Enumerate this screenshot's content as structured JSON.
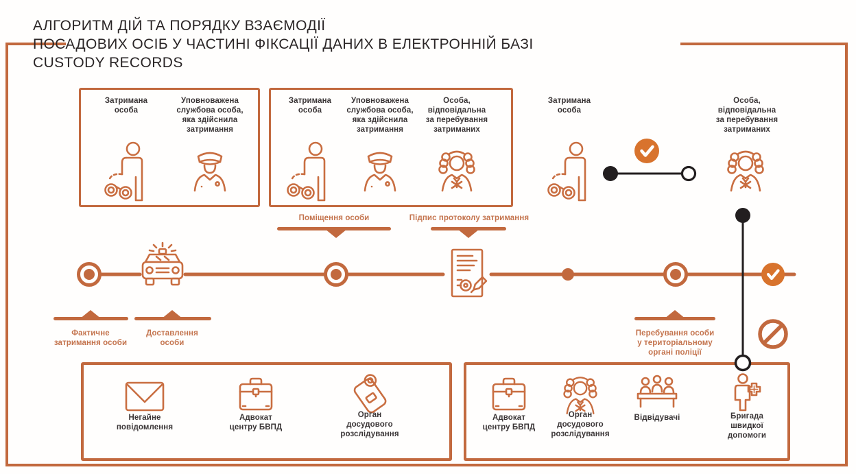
{
  "title": "АЛГОРИТМ ДІЙ ТА ПОРЯДКУ ВЗАЄМОДІЇ\nПОСАДОВИХ ОСІБ У ЧАСТИНІ ФІКСАЦІЇ ДАНИХ В ЕЛЕКТРОННІЙ БАЗІ\nCUSTODY RECORDS",
  "colors": {
    "primary_orange": "#c2693e",
    "icon_orange": "#c96e41",
    "label_orange": "#c4744e",
    "accent_check": "#d8732d",
    "dark": "#2a2526",
    "connector_black": "#221e1f"
  },
  "stage_boxes": [
    {
      "actors": [
        {
          "label": "Затримана\nособа",
          "icon": "handcuffed-person-icon"
        },
        {
          "label": "Уповноважена\nслужбова особа,\nяка здійснила\nзатримання",
          "icon": "police-officer-icon"
        }
      ]
    },
    {
      "actors": [
        {
          "label": "Затримана\nособа",
          "icon": "handcuffed-person-icon"
        },
        {
          "label": "Уповноважена\nслужбова особа,\nяка здійснила\nзатримання",
          "icon": "police-officer-icon"
        },
        {
          "label": "Особа,\nвідповідальна\nза перебування\nзатриманих",
          "icon": "judge-wig-person-icon"
        }
      ]
    }
  ],
  "handover": {
    "detained_label": "Затримана\nособа",
    "custody_officer_label": "Особа,\nвідповідальна\nза перебування\nзатриманих"
  },
  "timeline": {
    "top_pointers": [
      {
        "label": "Поміщення особи"
      },
      {
        "label": "Підпис протоколу затримання"
      }
    ],
    "bottom_pointers": [
      {
        "label": "Фактичне\nзатримання особи"
      },
      {
        "label": "Доставлення\nособи"
      },
      {
        "label": "Перебування особи\nу територіальному\nоргані поліції"
      }
    ]
  },
  "notification_box": {
    "items": [
      {
        "label": "Негайне\nповідомлення",
        "icon": "envelope-icon"
      },
      {
        "label": "Адвокат\nцентру БВПД",
        "icon": "briefcase-icon"
      },
      {
        "label": "Орган\nдосудового\nрозслідування",
        "icon": "id-badge-icon"
      }
    ]
  },
  "access_box": {
    "items": [
      {
        "label": "Адвокат\nцентру БВПД",
        "icon": "briefcase-icon"
      },
      {
        "label": "Орган\nдосудового\nрозслідування",
        "icon": "judge-wig-person-icon"
      },
      {
        "label": "Відвідувачі",
        "icon": "visitors-table-icon"
      },
      {
        "label": "Бригада\nшвидкої\nдопомоги",
        "icon": "paramedic-icon"
      }
    ]
  }
}
